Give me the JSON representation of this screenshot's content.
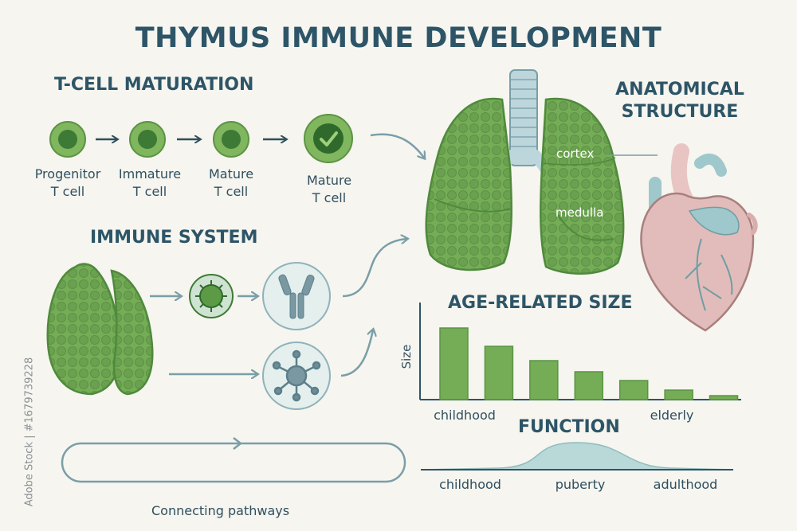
{
  "title": "THYMUS IMMUNE DEVELOPMENT",
  "sections": {
    "maturation": "T-CELL MATURATION",
    "immune": "IMMUNE SYSTEM",
    "anatomy_line1": "ANATOMICAL",
    "anatomy_line2": "STRUCTURE",
    "age": "AGE-RELATED SIZE",
    "function": "FUNCTION"
  },
  "cells": [
    {
      "line1": "Progenitor",
      "line2": "T cell"
    },
    {
      "line1": "Immature",
      "line2": "T cell"
    },
    {
      "line1": "Mature",
      "line2": "T cell"
    },
    {
      "line1": "Mature",
      "line2": "T cell"
    }
  ],
  "organ_labels": {
    "cortex": "cortex",
    "medulla": "medulla"
  },
  "pathway_label": "Connecting pathways",
  "stock_id": "Adobe Stock | #1679739228",
  "icons": [
    "check-icon",
    "virus-icon",
    "antibody-icon",
    "immune-cell-icon",
    "thymus-gland-icon",
    "heart-icon",
    "lungs-icon"
  ],
  "colors": {
    "green": "#6fa655",
    "dark_green": "#2f6a2c",
    "teal": "#2d5567",
    "arrow": "#7a9ea8",
    "heart": "#e2bcba"
  },
  "chart_data": [
    {
      "type": "bar",
      "title": "AGE-RELATED SIZE",
      "ylabel": "Size",
      "xlabel": "",
      "tick_labels": [
        "childhood",
        "elderly"
      ],
      "values": [
        0.9,
        0.67,
        0.49,
        0.35,
        0.24,
        0.12,
        0.05
      ],
      "ylim": [
        0,
        1
      ],
      "grid": false
    },
    {
      "type": "area",
      "title": "FUNCTION",
      "tick_labels": [
        "childhood",
        "puberty",
        "adulthood"
      ],
      "x": [
        0,
        0.5,
        1
      ],
      "y": [
        0.05,
        1,
        0.05
      ],
      "grid": false
    }
  ]
}
